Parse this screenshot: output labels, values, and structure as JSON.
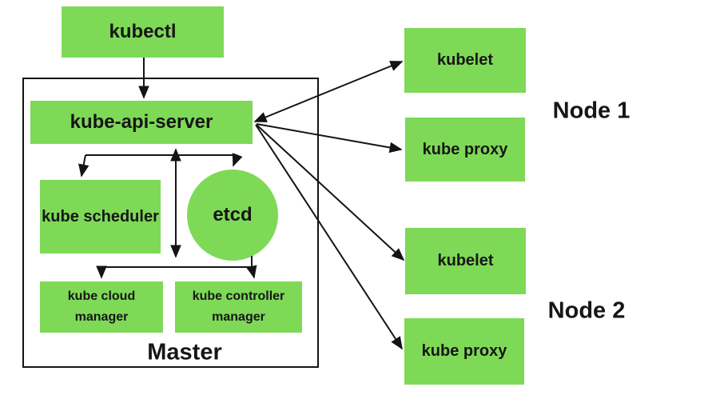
{
  "colors": {
    "box_green": "#7ED957",
    "line_black": "#141414"
  },
  "kubectl_label": "kubectl",
  "master": {
    "label": "Master",
    "kube_api_server": "kube-api-server",
    "kube_scheduler": "kube scheduler",
    "etcd": "etcd",
    "kube_cloud_manager": "kube cloud manager",
    "kube_controller_manager": "kube controller manager"
  },
  "node1": {
    "label": "Node 1",
    "kubelet": "kubelet",
    "kube_proxy": "kube proxy"
  },
  "node2": {
    "label": "Node 2",
    "kubelet": "kubelet",
    "kube_proxy": "kube proxy"
  }
}
